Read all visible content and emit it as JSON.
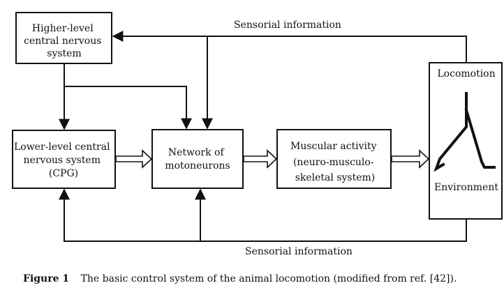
{
  "nodes": {
    "higher": {
      "lines": [
        "Higher-level",
        "central nervous",
        "system"
      ]
    },
    "lower": {
      "lines": [
        "Lower-level central",
        "nervous system",
        "(CPG)"
      ]
    },
    "network": {
      "lines": [
        "Network of",
        "motoneurons"
      ]
    },
    "muscular": {
      "lines": [
        "Muscular activity",
        "(neuro-musculo-",
        "skeletal system)"
      ]
    },
    "locomotion": {
      "top": "Locomotion",
      "bottom": "Environment"
    }
  },
  "edges": {
    "sensorial_top": "Sensorial information",
    "sensorial_bottom": "Sensorial information"
  },
  "caption": {
    "label": "Figure 1",
    "text": "The basic control system of the animal locomotion (modified from ref. [42])."
  }
}
